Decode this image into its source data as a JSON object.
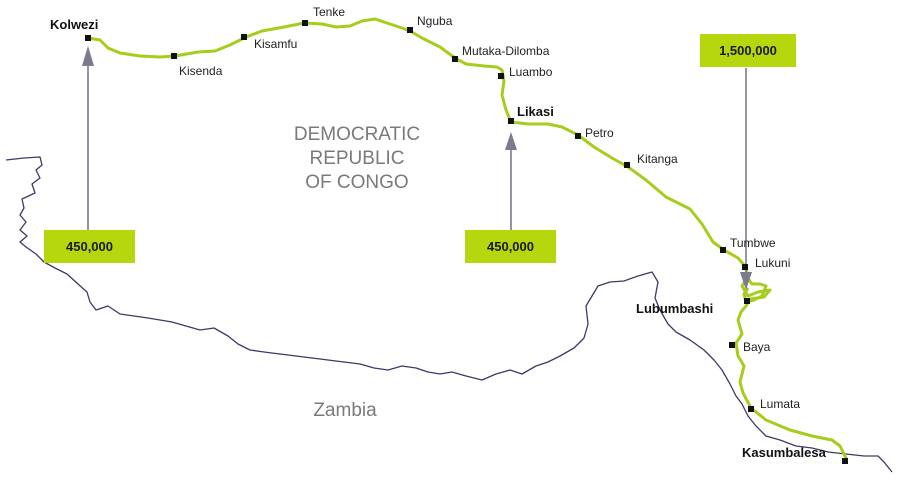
{
  "colors": {
    "route": "#a6cc1c",
    "border": "#3d3a66",
    "callout_box": "#b6d60e",
    "arrow": "#7c7a8c",
    "marker": "#111111",
    "region_text": "#7a7a7a"
  },
  "regions": {
    "drc_line1": "DEMOCRATIC",
    "drc_line2": "REPUBLIC",
    "drc_line3": "OF CONGO",
    "zambia": "Zambia"
  },
  "towns": {
    "kolwezi": "Kolwezi",
    "kisenda": "Kisenda",
    "kisamfu": "Kisamfu",
    "tenke": "Tenke",
    "nguba": "Nguba",
    "mutaka_dilomba": "Mutaka-Dilomba",
    "luambo": "Luambo",
    "likasi": "Likasi",
    "petro": "Petro",
    "kitanga": "Kitanga",
    "tumbwe": "Tumbwe",
    "lukuni": "Lukuni",
    "lubumbashi": "Lubumbashi",
    "baya": "Baya",
    "lumata": "Lumata",
    "kasumbalesa": "Kasumbalesa"
  },
  "callouts": {
    "kolwezi": "450,000",
    "likasi": "450,000",
    "lubumbashi": "1,500,000"
  }
}
